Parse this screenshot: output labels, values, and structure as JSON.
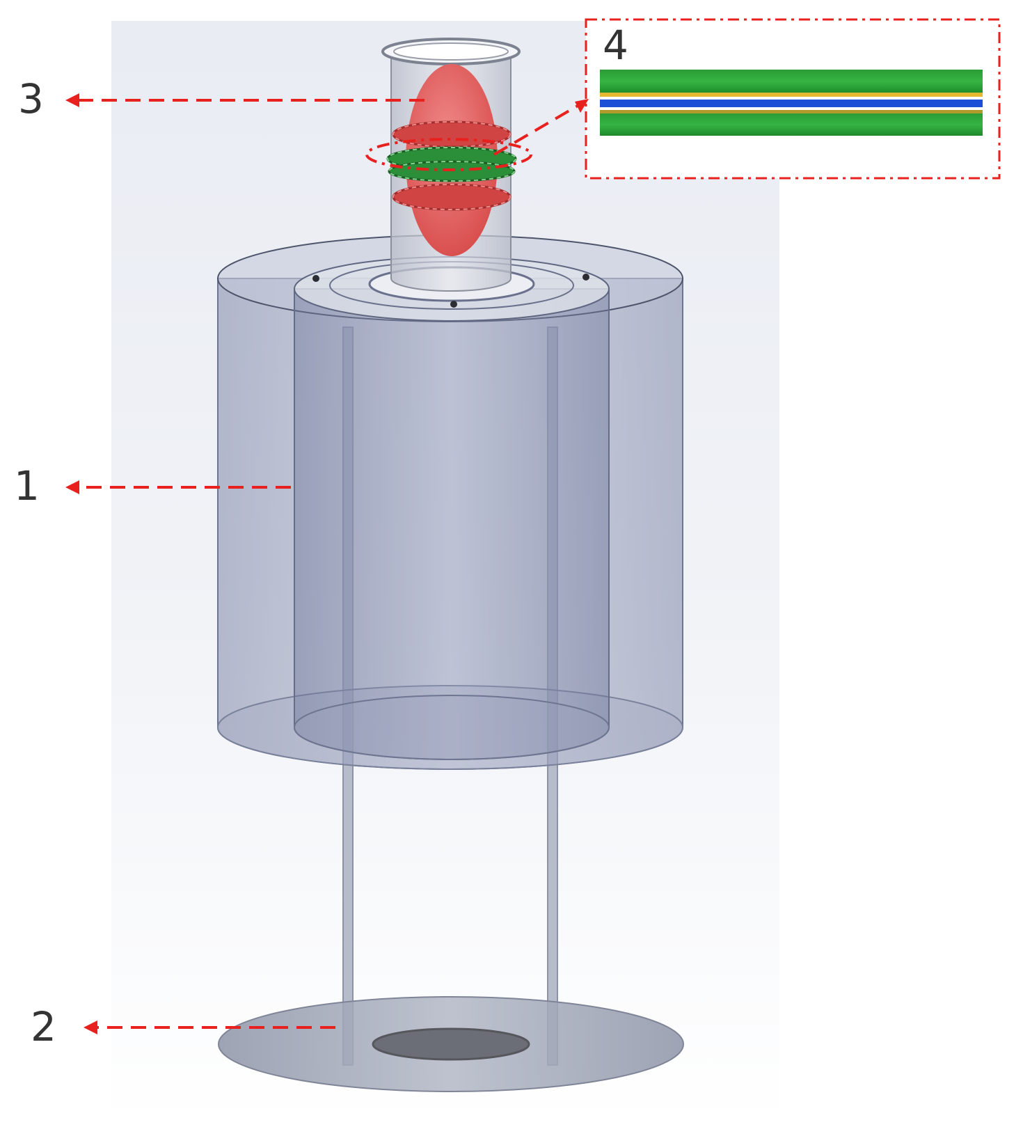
{
  "callouts": [
    {
      "id": "1",
      "label": "1"
    },
    {
      "id": "2",
      "label": "2"
    },
    {
      "id": "3",
      "label": "3"
    },
    {
      "id": "4",
      "label": "4"
    }
  ],
  "colors": {
    "arrow": "#e8201e",
    "vessel_fill": "#8d95b4",
    "tube_fill": "#c8ccd8",
    "sample": "#e55b5b",
    "coil_green": "#1f9a2e",
    "coil_red": "#d94848",
    "layer_blue": "#1a4fd6",
    "layer_gold": "#e6b830",
    "base_plate": "#9aa0b0"
  },
  "icons": [
    "callout-arrow",
    "sample-ellipsoid",
    "coil-ring",
    "base-plate"
  ]
}
